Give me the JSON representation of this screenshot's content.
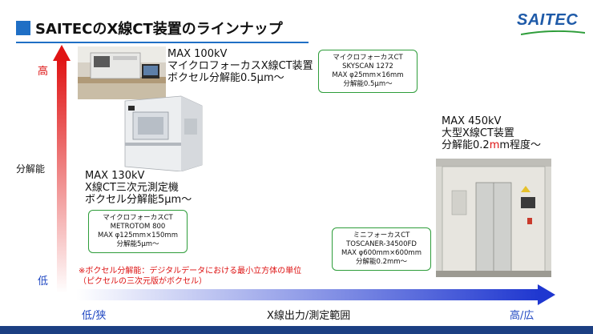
{
  "title": "SAITECのX線CT装置のラインナップ",
  "logo_text": "SAITEC",
  "vertical_axis": {
    "high_label": "高",
    "middle_label": "分解能",
    "low_label": "低"
  },
  "horizontal_axis": {
    "left_label": "低/狭",
    "center_label": "X線出力/測定範囲",
    "right_label": "高/広"
  },
  "devices": [
    {
      "line1": "MAX 100kV",
      "line2": "マイクロフォーカスX線CT装置",
      "line3": "ボクセル分解能0.5μm～",
      "box": [
        "マイクロフォーカスCT",
        "SKYSCAN 1272",
        "MAX φ25mm×16mm",
        "分解能0.5μm～"
      ]
    },
    {
      "line1": "MAX 130kV",
      "line2": "X線CT三次元測定機",
      "line3": "ボクセル分解能5μm～",
      "box": [
        "マイクロフォーカスCT",
        "METROTOM 800",
        "MAX φ125mm×150mm",
        "分解能5μm～"
      ]
    },
    {
      "line1": "MAX 450kV",
      "line2": "大型X線CT装置",
      "line3_pre": "分解能0.2",
      "line3_unit": "m",
      "line3_post": "m程度～",
      "box": [
        "ミニフォーカスCT",
        "TOSCANER-34500FD",
        "MAX φ600mm×600mm",
        "分解能0.2mm～"
      ]
    }
  ],
  "note": {
    "line1": "※ボクセル分解能：デジタルデータにおける最小立方体の単位",
    "line2": "（ピクセルの三次元版がボクセル）"
  },
  "colors": {
    "accent_blue": "#1f6fc5",
    "box_border": "#2e9d3a",
    "red": "#d11111",
    "blue_arrow": "#1f47c2"
  }
}
